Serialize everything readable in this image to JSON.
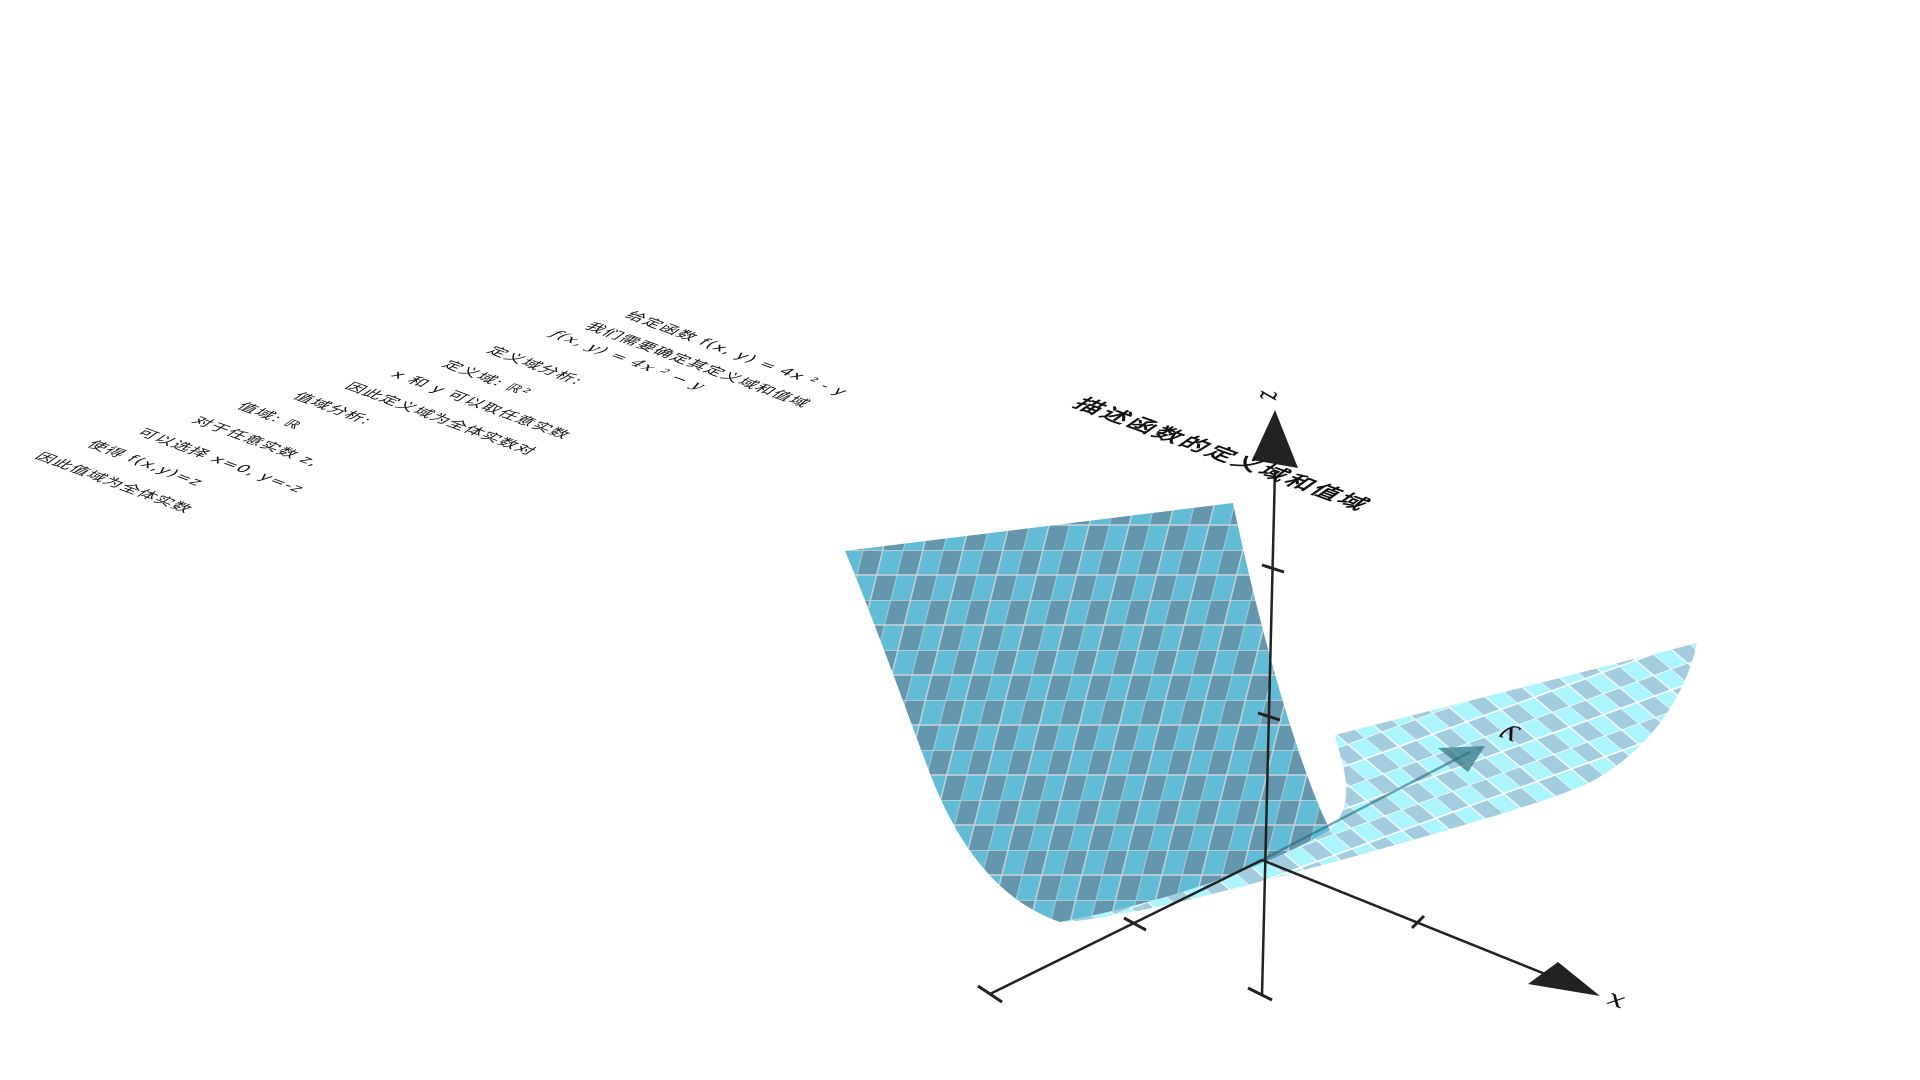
{
  "title": "描述函数的定义域和值域",
  "explanation": {
    "lines": [
      "给定函数 f(x, y) = 4x ² - y",
      "我们需要确定其定义域和值域",
      "f(x, y) = 4x ² − y",
      "定义域分析:",
      "定义域: ℝ²",
      "x 和 y 可以取任意实数",
      "因此定义域为全体实数对",
      "值域分析:",
      "值域: ℝ",
      "对于任意实数 z,",
      "可以选择 x=0, y=-z",
      "使得 f(x,y)=z",
      "因此值域为全体实数"
    ]
  },
  "axes": {
    "x_label": "x",
    "y_label": "y",
    "z_label": "z"
  },
  "surface": {
    "function": "f(x, y) = 4x² − y",
    "colors": {
      "left_light": "#62bcd6",
      "left_dark": "#6496ae",
      "right_light": "#9ef3fb",
      "right_dark": "#93c3d8",
      "grid": "#d9dde0"
    }
  },
  "colors": {
    "axis": "#222222",
    "text": "#111111",
    "background": "#ffffff"
  }
}
